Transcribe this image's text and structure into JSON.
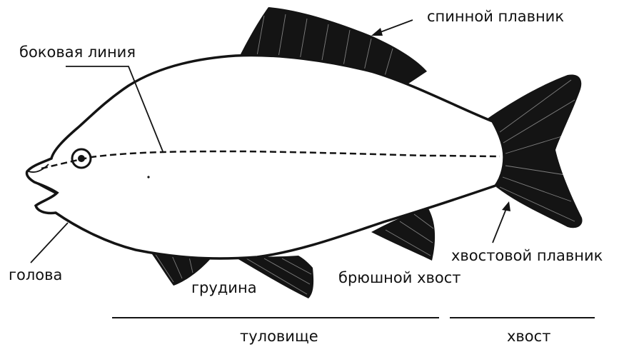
{
  "labels": {
    "dorsal_fin": "спинной плавник",
    "lateral_line": "боковая линия",
    "head": "голова",
    "breastbone": "грудина",
    "belly_tail": "брюшной хвост",
    "tail_fin": "хвостовой плавник",
    "trunk": "туловище",
    "tail": "хвост"
  },
  "colors": {
    "ink": "#141414",
    "background": "#ffffff"
  }
}
